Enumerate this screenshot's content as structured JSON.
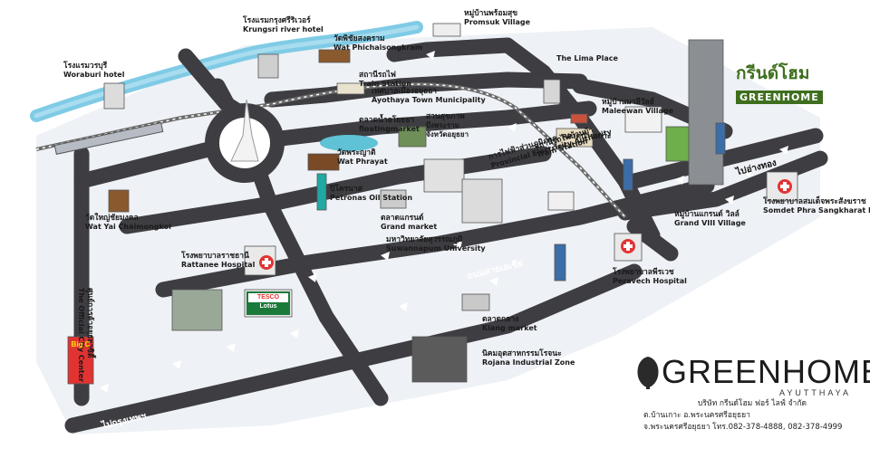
{
  "brand": {
    "name": "GREENHOME",
    "location": "AYUTTHAYA",
    "company": "บริษัท กรีนด์โฮม ฟอร์ ไลฟ์ จำกัด",
    "address1": "ต.บ้านเกาะ   อ.พระนครศรีอยุธยา",
    "address2": "จ.พระนครศรีอยุธยา   โทร.082-378-4888, 082-378-4999",
    "logo_th": "กรีนด์โฮม",
    "logo_en": "GREENHOME"
  },
  "roads": {
    "to_bangkok": "ไปกรุงเทพฯ",
    "to_angthong": "ไปอ่างทอง",
    "asia_highway": "ถนนสายเอเชีย"
  },
  "places": {
    "woraburi": {
      "th": "โรงแรมวรบุรี",
      "en": "Woraburi hotel"
    },
    "krungsri": {
      "th": "โรงแรมกรุงศรีริเวอร์",
      "en": "Krungsri river hotel"
    },
    "phichai": {
      "th": "วัดพิชัยสงคราม",
      "en": "Wat Phichaisongkram"
    },
    "promsuk": {
      "th": "หมู่บ้านพร้อมสุข",
      "en": "Promsuk Village"
    },
    "lima": {
      "th": "",
      "en": "The Lima Place"
    },
    "train": {
      "th": "สถานีรถไฟ",
      "en": "Train Station"
    },
    "municipality": {
      "th": "เทศบาลเมืองอยุธยา",
      "en": "Ayothaya Town Municipality"
    },
    "floating": {
      "th": "ตลาดน้ำอโยธยา",
      "en": "floatingmarket"
    },
    "park": {
      "th": "สวนสุขภาพ",
      "en": "บึงพระราม"
    },
    "park2": {
      "th": "",
      "en": "จังหวัดอยุธยา"
    },
    "phrayat": {
      "th": "วัดพระญาติ",
      "en": "Wat Phrayat"
    },
    "electric": {
      "th": "การไฟฟ้าส่วนภูมิภาค",
      "en": "Provincial Electricity Authority"
    },
    "train2": {
      "th": "สถานีรถไฟบ้านม้า",
      "en": "Train Station"
    },
    "ban_ko": {
      "th": "ตลาดบ้านเกาะ",
      "en": ""
    },
    "maleewan": {
      "th": "หมู่บ้านมาลีวัลย์",
      "en": "Maleewan Village"
    },
    "yai": {
      "th": "วัดใหญ่ชัยมงคล",
      "en": "Wat Yai Chaimongkol"
    },
    "petronas": {
      "th": "ปิโตรนาส",
      "en": "Petronas Oil Station"
    },
    "grand_market": {
      "th": "ตลาดแกรนด์",
      "en": "Grand market"
    },
    "suwannaphum": {
      "th": "มหาวิทยาลัยสุวรรณภูมิ",
      "en": "Suwannapum University"
    },
    "grand_viii": {
      "th": "หมู่บ้านแกรนด์ วิลล์",
      "en": "Grand VIII Village"
    },
    "somdet": {
      "th": "โรงพยาบาลสมเด็จพระสังฆราช",
      "en": "Somdet Phra Sangkharat Hospital"
    },
    "rattanee": {
      "th": "โรงพยาบาลราชธานี",
      "en": "Rattanee Hospital"
    },
    "city_center": {
      "th": "ศูนย์การค้าอยุธยาซิตี้",
      "en": "The Official City Center"
    },
    "peravech": {
      "th": "โรงพยาบาลพีรเวช",
      "en": "Peravech Hospital"
    },
    "klang": {
      "th": "ตลาดกลาง",
      "en": "Klang market"
    },
    "rojana": {
      "th": "นิคมอุตสาหกรรมโรจนะ",
      "en": "Rojana Industrial Zone"
    },
    "tesco_top": "TESCO",
    "tesco_bottom": "Lotus",
    "bigc": "Big C"
  }
}
